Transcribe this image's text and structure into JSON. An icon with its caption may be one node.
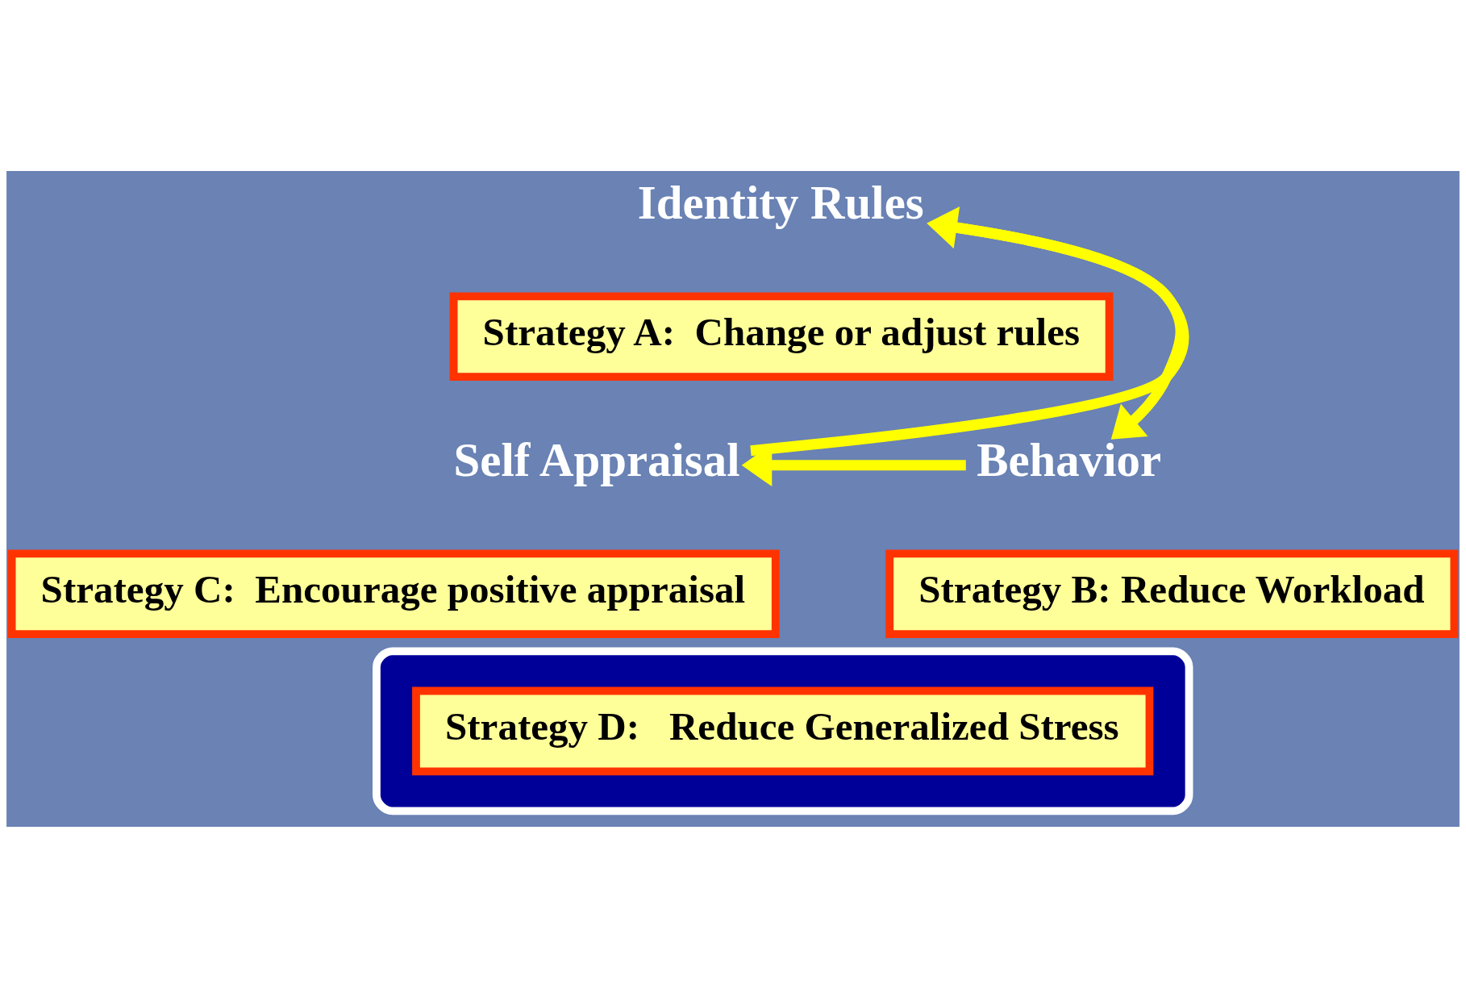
{
  "diagram": {
    "nodes": [
      {
        "text": [
          "Identity Rules"
        ]
      },
      {
        "text": [
          "Strategy A:  Change or adjust rules"
        ]
      },
      {
        "text": [
          "Self Appraisal"
        ]
      },
      {
        "text": [
          "Behavior"
        ]
      },
      {
        "text": [
          "Strategy C:  Encourage positive appraisal"
        ]
      },
      {
        "text": [
          "Strategy B: Reduce Workload"
        ]
      },
      {
        "text": [],
        "shape": "ellipse"
      },
      {
        "text": [
          "Strategy D:   Reduce Generalized Stress"
        ],
        "in": 6
      }
    ],
    "edges": [
      {
        "from": 2,
        "to": 0,
        "arrow": "to"
      },
      {
        "from": 0,
        "to": 3,
        "arrow": "to"
      },
      {
        "from": 3,
        "to": 2,
        "arrow": "to"
      }
    ]
  }
}
